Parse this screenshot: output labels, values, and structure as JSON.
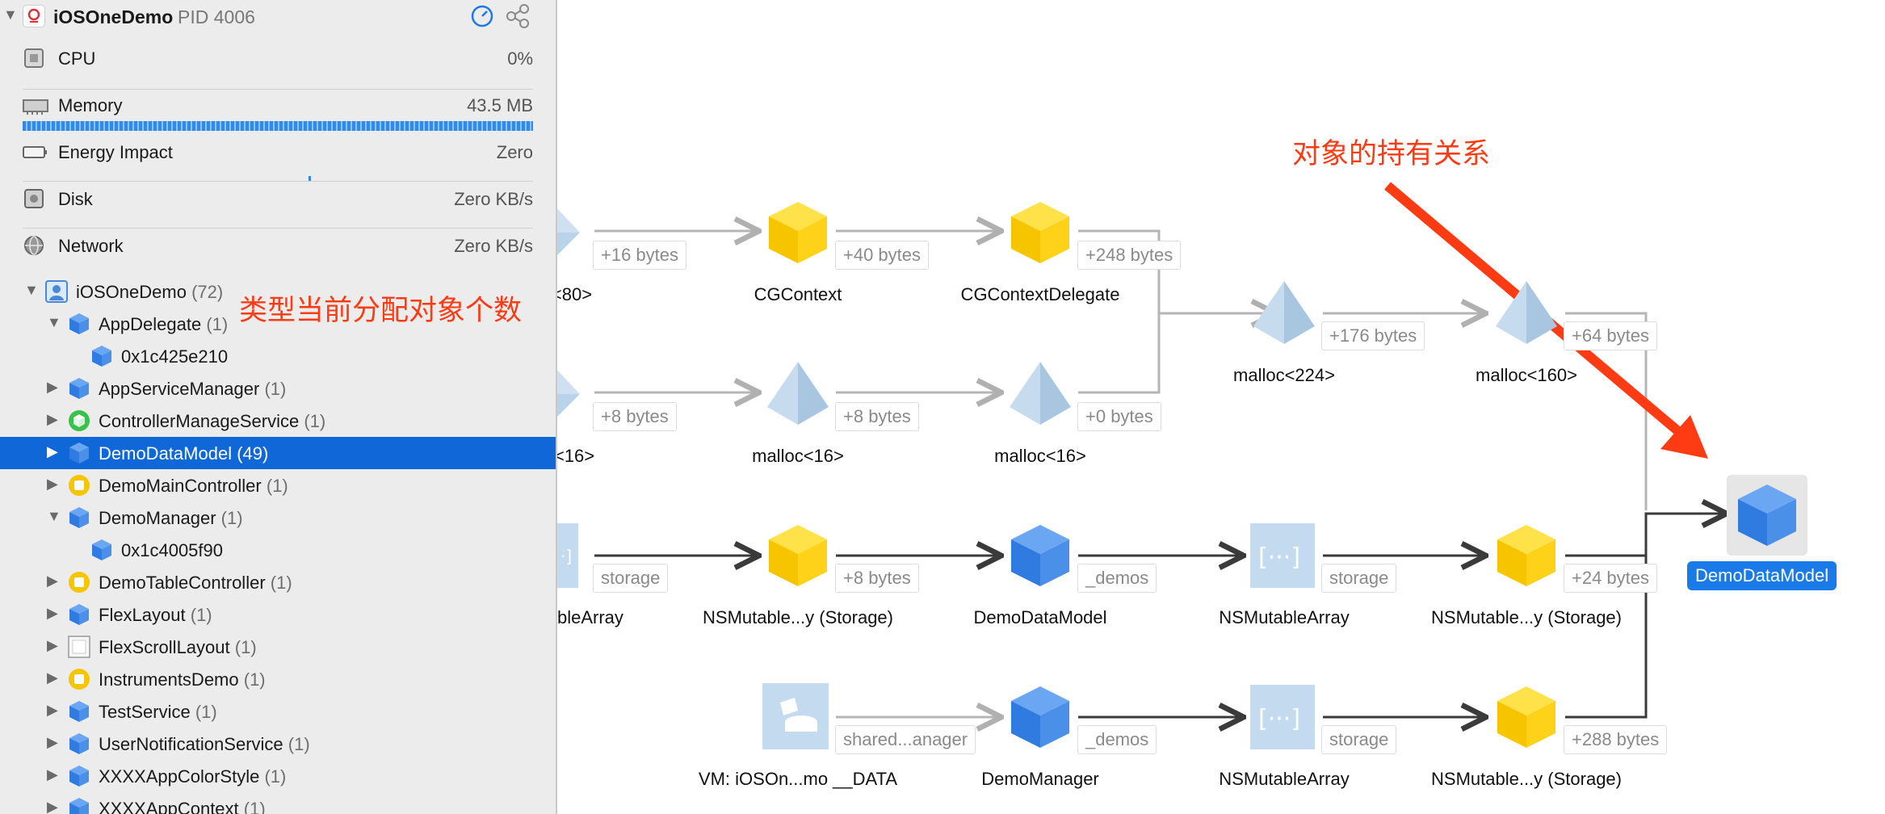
{
  "sidebar": {
    "process": {
      "name": "iOSOneDemo",
      "pid": "PID 4006"
    },
    "gauges": [
      {
        "name": "CPU",
        "value": "0%",
        "icon": "cpu-icon"
      },
      {
        "name": "Memory",
        "value": "43.5 MB",
        "icon": "memory-icon"
      },
      {
        "name": "Energy Impact",
        "value": "Zero",
        "icon": "battery-icon"
      },
      {
        "name": "Disk",
        "value": "Zero KB/s",
        "icon": "disk-icon"
      },
      {
        "name": "Network",
        "value": "Zero KB/s",
        "icon": "network-icon"
      }
    ],
    "tree_root": {
      "name": "iOSOneDemo",
      "count": "(72)"
    },
    "tree": [
      {
        "name": "AppDelegate",
        "count": "(1)",
        "icon": "class-blue",
        "expanded": true
      },
      {
        "name": "0x1c425e210",
        "count": "",
        "icon": "class-blue",
        "child": true
      },
      {
        "name": "AppServiceManager",
        "count": "(1)",
        "icon": "class-blue"
      },
      {
        "name": "ControllerManageService",
        "count": "(1)",
        "icon": "class-green"
      },
      {
        "name": "DemoDataModel",
        "count": "(49)",
        "icon": "class-blue",
        "selected": true
      },
      {
        "name": "DemoMainController",
        "count": "(1)",
        "icon": "class-yellow"
      },
      {
        "name": "DemoManager",
        "count": "(1)",
        "icon": "class-blue",
        "expanded": true
      },
      {
        "name": "0x1c4005f90",
        "count": "",
        "icon": "class-blue",
        "child": true
      },
      {
        "name": "DemoTableController",
        "count": "(1)",
        "icon": "class-yellow"
      },
      {
        "name": "FlexLayout",
        "count": "(1)",
        "icon": "class-blue"
      },
      {
        "name": "FlexScrollLayout",
        "count": "(1)",
        "icon": "class-white"
      },
      {
        "name": "InstrumentsDemo",
        "count": "(1)",
        "icon": "class-yellow"
      },
      {
        "name": "TestService",
        "count": "(1)",
        "icon": "class-blue"
      },
      {
        "name": "UserNotificationService",
        "count": "(1)",
        "icon": "class-blue"
      },
      {
        "name": "XXXXAppColorStyle",
        "count": "(1)",
        "icon": "class-blue"
      },
      {
        "name": "XXXXAppContext",
        "count": "(1)",
        "icon": "class-blue"
      }
    ]
  },
  "annotations": {
    "left": "类型当前分配对象个数",
    "right": "对象的持有关系"
  },
  "graph": {
    "nodes": {
      "r1_cut": "<80>",
      "r1_a": "CGContext",
      "r1_b": "CGContextDelegate",
      "r2_cut": ":<16>",
      "r2_a": "malloc<16>",
      "r2_b": "malloc<16>",
      "m224": "malloc<224>",
      "m160": "malloc<160>",
      "r3_cut": "bleArray",
      "r3_a": "NSMutable...y (Storage)",
      "r3_b": "DemoDataModel",
      "r3_c": "NSMutableArray",
      "r3_d": "NSMutable...y (Storage)",
      "r4_vm": "VM: iOSOn...mo __DATA",
      "r4_b": "DemoManager",
      "r4_c": "NSMutableArray",
      "r4_d": "NSMutable...y (Storage)",
      "target": "DemoDataModel"
    },
    "edges": {
      "e1": "+16 bytes",
      "e2": "+40 bytes",
      "e3": "+248 bytes",
      "e4": "+176 bytes",
      "e5": "+64 bytes",
      "e6": "+8 bytes",
      "e7": "+8 bytes",
      "e8": "+0 bytes",
      "e9": "storage",
      "e10": "+8 bytes",
      "e11": "_demos",
      "e12": "storage",
      "e13": "+24 bytes",
      "e14": "shared...anager",
      "e15": "_demos",
      "e16": "storage",
      "e17": "+288 bytes"
    }
  }
}
